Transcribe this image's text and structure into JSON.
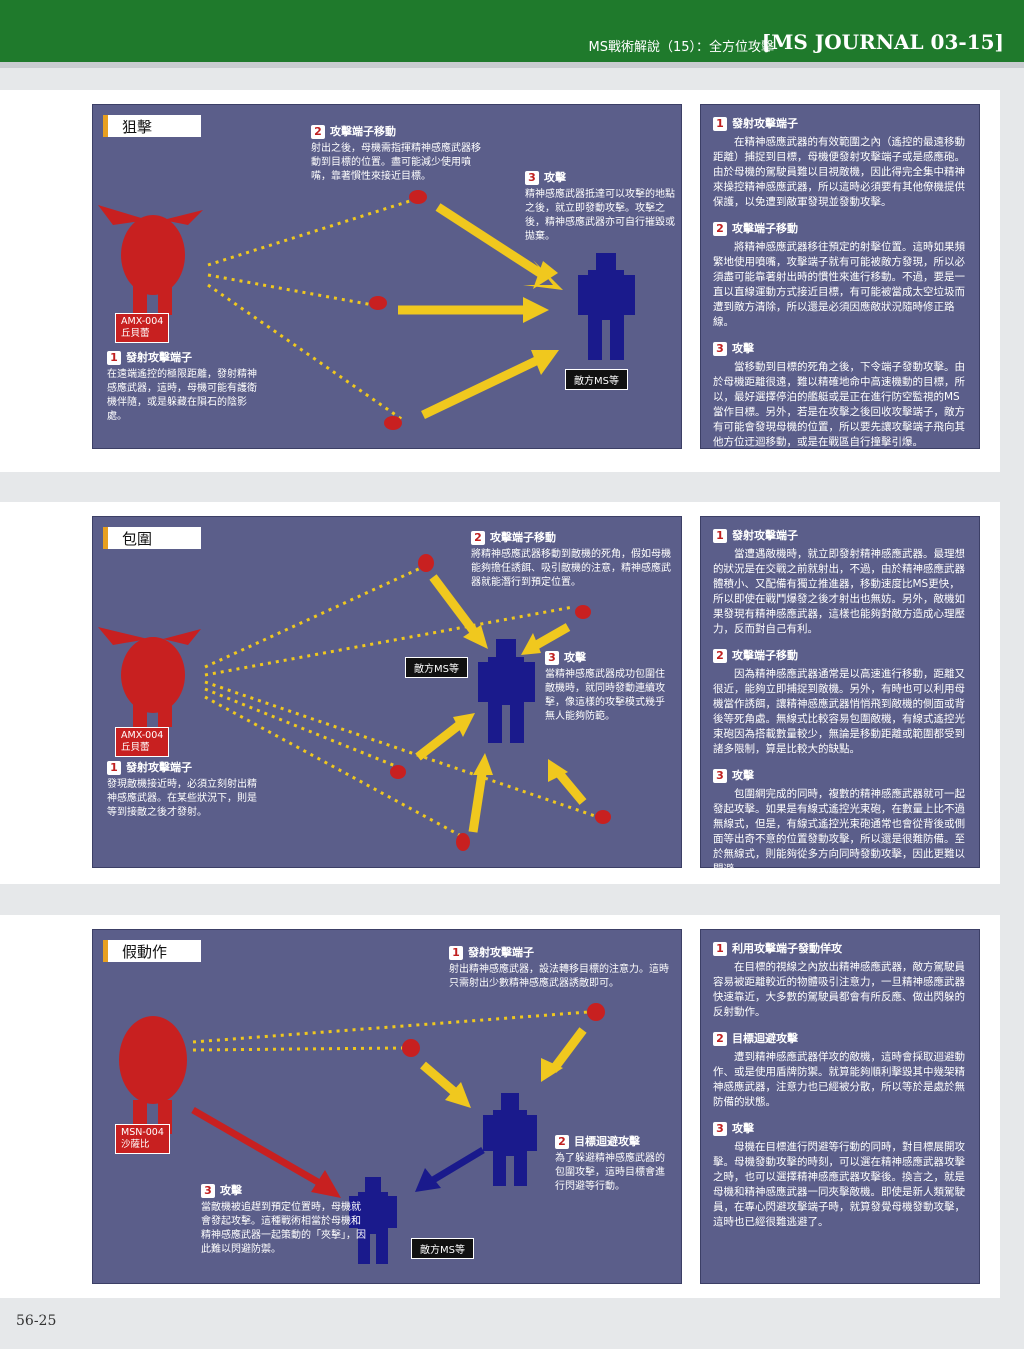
{
  "header": {
    "title": "MS戰術解說（15）：全方位攻擊",
    "journal": "[MS JOURNAL 03-15]"
  },
  "footer": {
    "page": "56-25"
  },
  "sections": [
    {
      "title": "狙擊",
      "enemy_label": "敵方MS等",
      "mech_id": "AMX-004",
      "mech_name": "丘貝蕾",
      "notes": [
        {
          "num": "1",
          "title": "發射攻擊端子",
          "text": "在遠端遙控的極限距離，發射精神感應武器，這時，母機可能有護衛機伴隨，或是躲藏在隕石的陰影處。"
        },
        {
          "num": "2",
          "title": "攻擊端子移動",
          "text": "射出之後，母機需指揮精神感應武器移動到目標的位置。盡可能減少使用噴嘴，靠著慣性來接近目標。"
        },
        {
          "num": "3",
          "title": "攻擊",
          "text": "精神感應武器抵達可以攻擊的地點之後，就立即發動攻擊。攻擊之後，精神感應武器亦可自行摧毀或拋棄。"
        }
      ],
      "info": [
        {
          "num": "1",
          "title": "發射攻擊端子",
          "text": "在精神感應武器的有效範圍之內（遙控的最遠移動距離）捕捉到目標，母機便發射攻擊端子或是感應砲。由於母機的駕駛員難以目視敵機，因此得完全集中精神來操控精神感應武器，所以這時必須要有其他僚機提供保護，以免遭到敵軍發現並發動攻擊。"
        },
        {
          "num": "2",
          "title": "攻擊端子移動",
          "text": "將精神感應武器移往預定的射擊位置。這時如果頻繁地使用噴嘴，攻擊端子就有可能被敵方發現，所以必須盡可能靠著射出時的慣性來進行移動。不過，要是一直以直線運動方式接近目標，有可能被當成太空垃圾而遭到敵方清除，所以還是必須因應敵狀況隨時修正路線。"
        },
        {
          "num": "3",
          "title": "攻擊",
          "text": "當移動到目標的死角之後，下令端子發動攻擊。由於母機距離很遠，難以精確地命中高速機動的目標，所以，最好選擇停泊的艦艇或是正在進行防空監視的MS當作目標。另外，若是在攻擊之後回收攻擊端子，敵方有可能會發現母機的位置，所以要先讓攻擊端子飛向其他方位迂迴移動，或是在戰區自行撞擊引爆。"
        }
      ]
    },
    {
      "title": "包圍",
      "enemy_label": "敵方MS等",
      "mech_id": "AMX-004",
      "mech_name": "丘貝蕾",
      "notes": [
        {
          "num": "1",
          "title": "發射攻擊端子",
          "text": "發現敵機接近時，必須立刻射出精神感應武器。在某些狀況下，則是等到接敵之後才發射。"
        },
        {
          "num": "2",
          "title": "攻擊端子移動",
          "text": "將精神感應武器移動到敵機的死角，假如母機能夠擔任誘餌、吸引敵機的注意，精神感應武器就能潛行到預定位置。"
        },
        {
          "num": "3",
          "title": "攻擊",
          "text": "當精神感應武器成功包圍住敵機時，就同時發動連續攻擊，像這樣的攻擊模式幾乎無人能夠防範。"
        }
      ],
      "info": [
        {
          "num": "1",
          "title": "發射攻擊端子",
          "text": "當遭遇敵機時，就立即發射精神感應武器。最理想的狀況是在交戰之前就射出，不過，由於精神感應武器體積小、又配備有獨立推進器，移動速度比MS更快，所以即使在戰鬥爆發之後才射出也無妨。另外，敵機如果發現有精神感應武器，這樣也能夠對敵方造成心理壓力，反而對自己有利。"
        },
        {
          "num": "2",
          "title": "攻擊端子移動",
          "text": "因為精神感應武器通常是以高速進行移動，距離又很近，能夠立即捕捉到敵機。另外，有時也可以利用母機當作誘餌，讓精神感應武器悄悄飛到敵機的側面或背後等死角處。無線式比較容易包圍敵機，有線式遙控光束砲因為搭載數量較少，無論是移動距離或範圍都受到諸多限制，算是比較大的缺點。"
        },
        {
          "num": "3",
          "title": "攻擊",
          "text": "包圍網完成的同時，複數的精神感應武器就可一起發起攻擊。如果是有線式遙控光束砲，在數量上比不過無線式，但是，有線式遙控光束砲通常也會從背後或側面等出奇不意的位置發動攻擊，所以還是很難防備。至於無線式，則能夠從多方向同時發動攻擊，因此更難以閃避。"
        }
      ]
    },
    {
      "title": "假動作",
      "enemy_label": "敵方MS等",
      "mech_id": "MSN-004",
      "mech_name": "沙薩比",
      "notes": [
        {
          "num": "1",
          "title": "發射攻擊端子",
          "text": "射出精神感應武器，設法轉移目標的注意力。這時只需射出少數精神感應武器誘敵即可。"
        },
        {
          "num": "2",
          "title": "目標迴避攻擊",
          "text": "為了躲避精神感應武器的包圍攻擊，這時目標會進行閃避等行動。"
        },
        {
          "num": "3",
          "title": "攻擊",
          "text": "當敵機被追趕到預定位置時，母機就會發起攻擊。這種戰術相當於母機和精神感應武器一起策動的「夾擊」，因此難以閃避防禦。"
        }
      ],
      "info": [
        {
          "num": "1",
          "title": "利用攻擊端子發動佯攻",
          "text": "在目標的視線之內放出精神感應武器，敵方駕駛員容易被距離較近的物體吸引注意力，一旦精神感應武器快速靠近，大多數的駕駛員都會有所反應、做出閃躲的反射動作。"
        },
        {
          "num": "2",
          "title": "目標迴避攻擊",
          "text": "遭到精神感應武器佯攻的敵機，這時會採取迴避動作、或是使用盾牌防禦。就算能夠順利擊毀其中幾架精神感應武器，注意力也已經被分散，所以等於是處於無防備的狀態。"
        },
        {
          "num": "3",
          "title": "攻擊",
          "text": "母機在目標進行閃避等行動的同時，對目標展開攻擊。母機發動攻擊的時刻，可以選在精神感應武器攻擊之時，也可以選擇精神感應武器攻擊後。換言之，就是母機和精神感應武器一同夾擊敵機。即使是新人類駕駛員，在專心閃避攻擊端子時，就算發覺母機發動攻擊，這時也已經很難逃避了。"
        }
      ]
    }
  ],
  "colors": {
    "header_green": "#1f7a2c",
    "panel": "#5b5e8a",
    "enemy_blue": "#1a1a8c",
    "own_red": "#c82020",
    "arrow_yellow": "#f0c81e"
  }
}
